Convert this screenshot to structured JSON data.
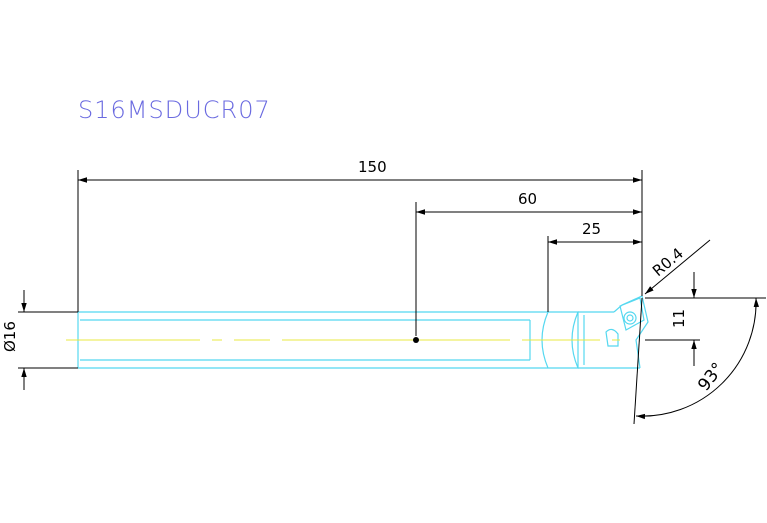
{
  "title": "S16MSDUCR07",
  "dimensions": {
    "overall_length": "150",
    "length_60": "60",
    "length_25": "25",
    "radius": "R0.4",
    "offset": "11",
    "angle": "93°",
    "diameter": "Ø16"
  },
  "colors": {
    "title": "#6a6ae0",
    "dimension": "#000000",
    "tool_outline": "#55d8f0",
    "centerline": "#e8e840"
  }
}
